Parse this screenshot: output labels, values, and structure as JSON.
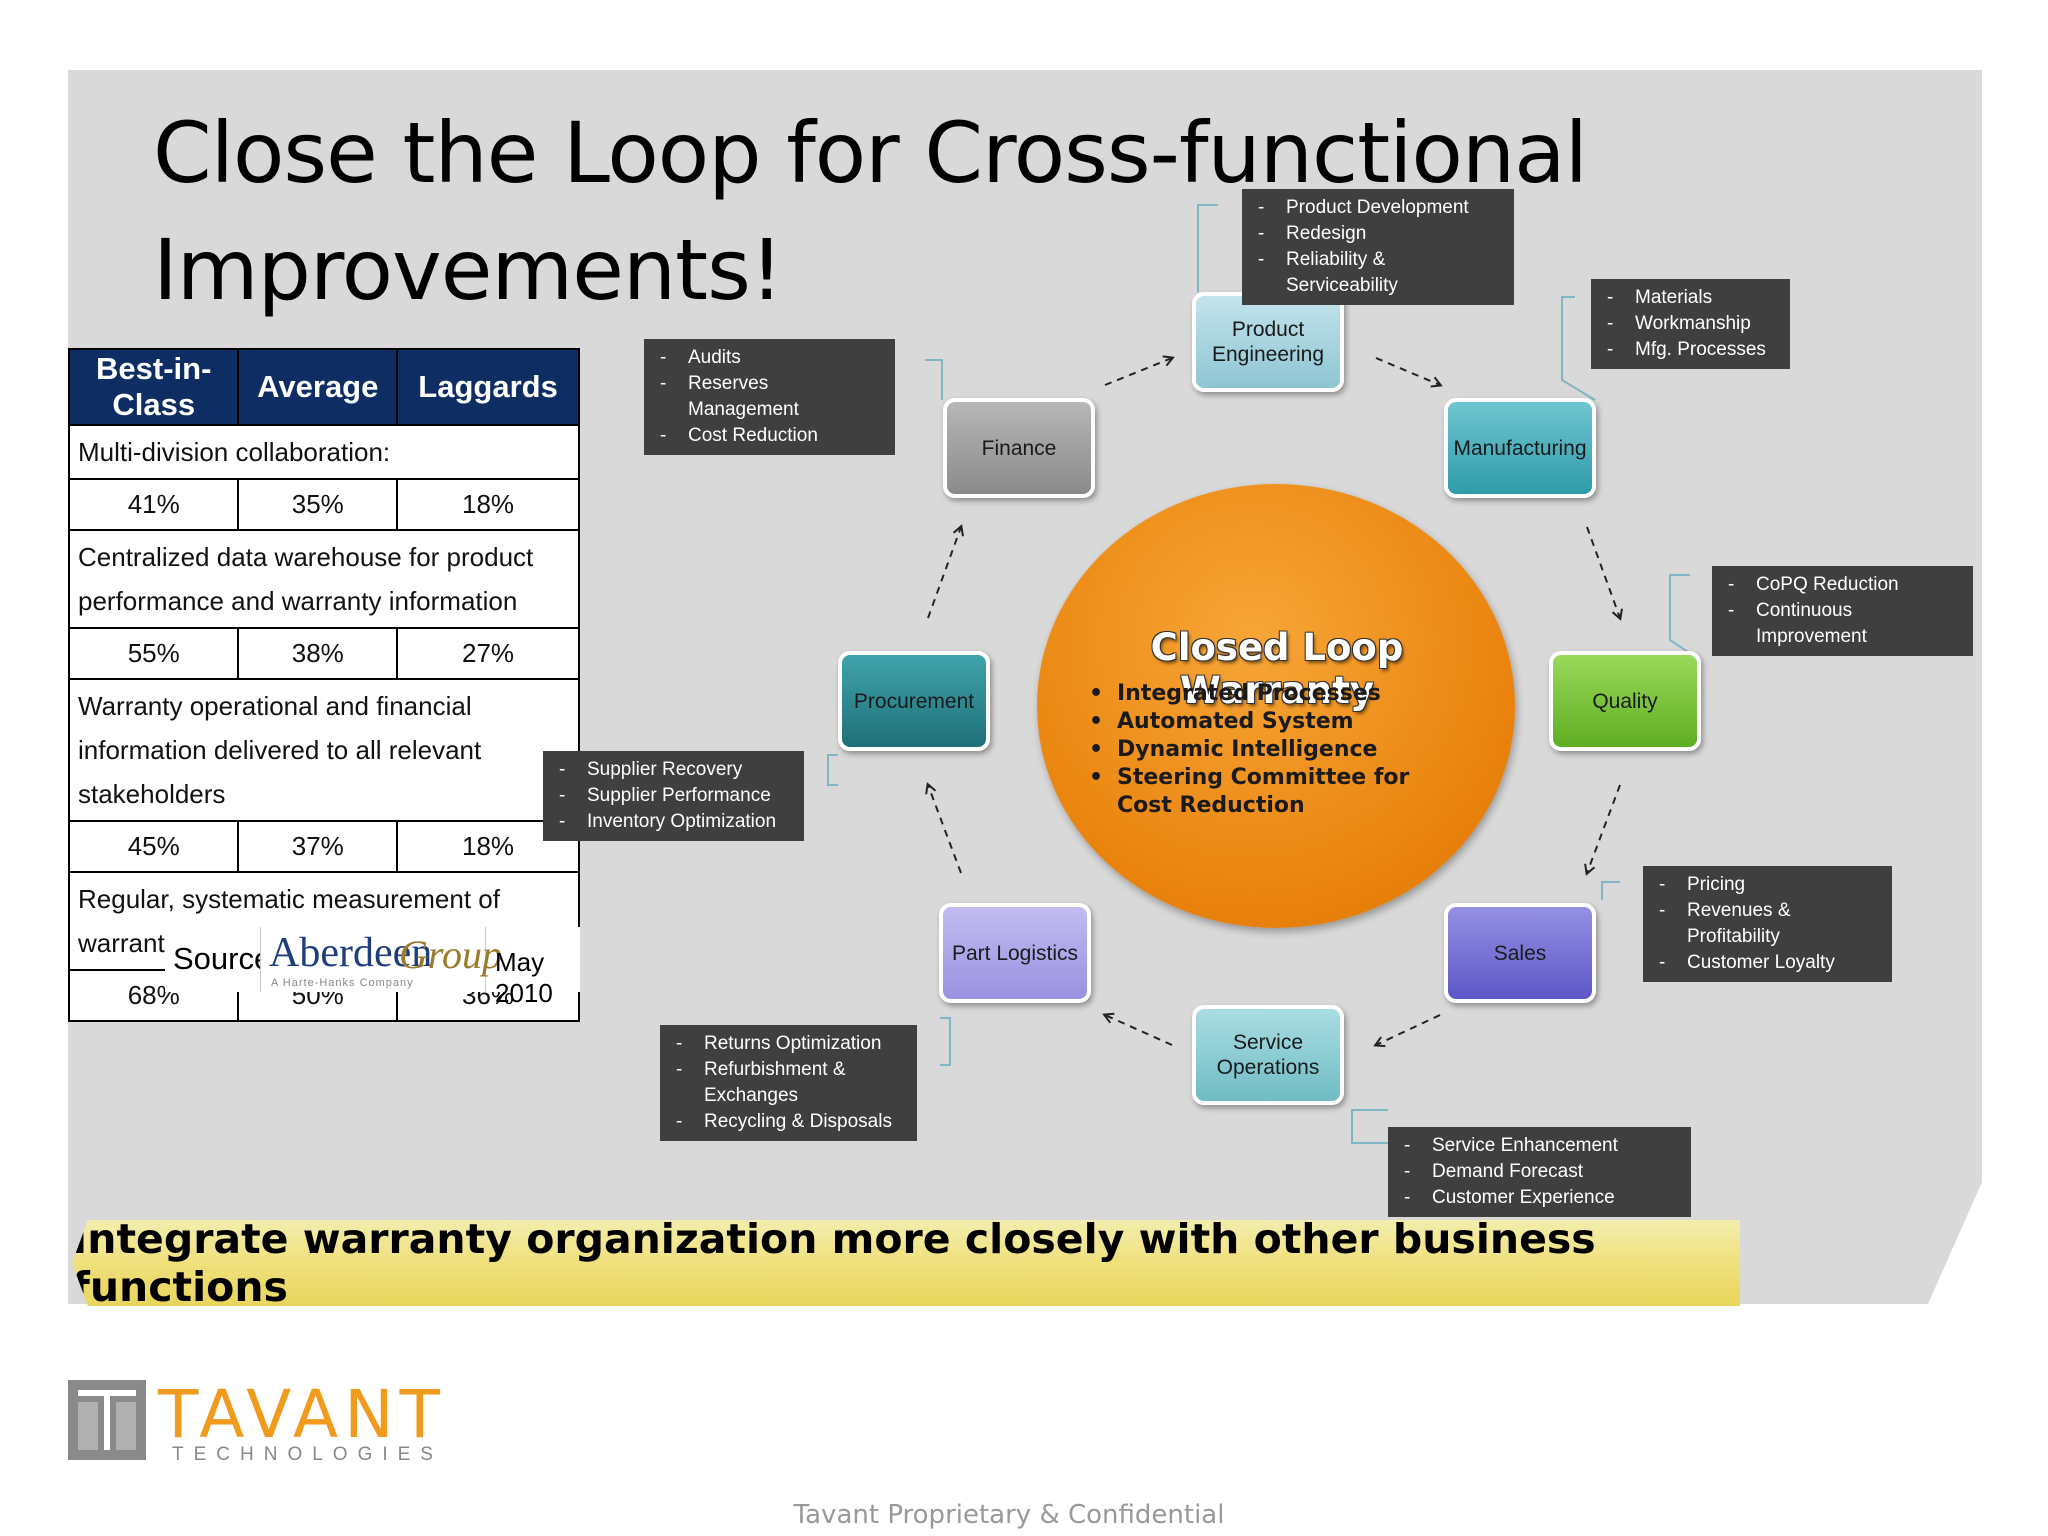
{
  "slide": {
    "title_line1": "Close the Loop for Cross-functional",
    "title_line2": "Improvements!",
    "banner": "Integrate warranty organization more closely with other business functions",
    "footer": "Tavant Proprietary & Confidential"
  },
  "stats_table": {
    "headers": [
      "Best-in-Class",
      "Average",
      "Laggards"
    ],
    "rows": [
      {
        "label": "Multi-division collaboration:",
        "values": [
          "41%",
          "35%",
          "18%"
        ]
      },
      {
        "label": "Centralized data warehouse for product performance and warranty information",
        "values": [
          "55%",
          "38%",
          "27%"
        ]
      },
      {
        "label": "Warranty operational and financial information delivered to all relevant stakeholders",
        "values": [
          "45%",
          "37%",
          "18%"
        ]
      },
      {
        "label": "Regular, systematic measurement of warranty costs",
        "values": [
          "68%",
          "50%",
          "36%"
        ]
      }
    ],
    "source_label": "Source:",
    "source_brand_a": "Aberdeen",
    "source_brand_b": "Group",
    "source_brand_sub": "A Harte-Hanks Company",
    "source_date": "May 2010"
  },
  "hub": {
    "title": "Closed Loop Warranty",
    "items": [
      "Integrated Processes",
      "Automated System",
      "Dynamic Intelligence",
      "Steering Committee for Cost Reduction"
    ]
  },
  "nodes": {
    "product": "Product Engineering",
    "manufacturing": "Manufacturing",
    "quality": "Quality",
    "sales": "Sales",
    "service": "Service Operations",
    "parts": "Part Logistics",
    "procurement": "Procurement",
    "finance": "Finance"
  },
  "callouts": {
    "product": [
      "Product Development",
      "Redesign",
      "Reliability & Serviceability"
    ],
    "manufacturing": [
      "Materials",
      "Workmanship",
      "Mfg. Processes"
    ],
    "quality": [
      "CoPQ Reduction",
      "Continuous Improvement"
    ],
    "sales": [
      "Pricing",
      "Revenues & Profitability",
      "Customer Loyalty"
    ],
    "service": [
      "Service Enhancement",
      "Demand Forecast",
      "Customer Experience"
    ],
    "parts": [
      "Returns Optimization",
      "Refurbishment & Exchanges",
      "Recycling & Disposals"
    ],
    "procurement": [
      "Supplier Recovery",
      "Supplier Performance",
      "Inventory Optimization"
    ],
    "finance": [
      "Audits",
      "Reserves Management",
      "Cost Reduction"
    ]
  },
  "logo": {
    "word": "TAVANT",
    "sub": "TECHNOLOGIES"
  },
  "colors": {
    "accent_orange": "#f09a1e",
    "table_header": "#0d2d63",
    "callout_bg": "#3f3f3f",
    "banner": "#f0e07d"
  }
}
